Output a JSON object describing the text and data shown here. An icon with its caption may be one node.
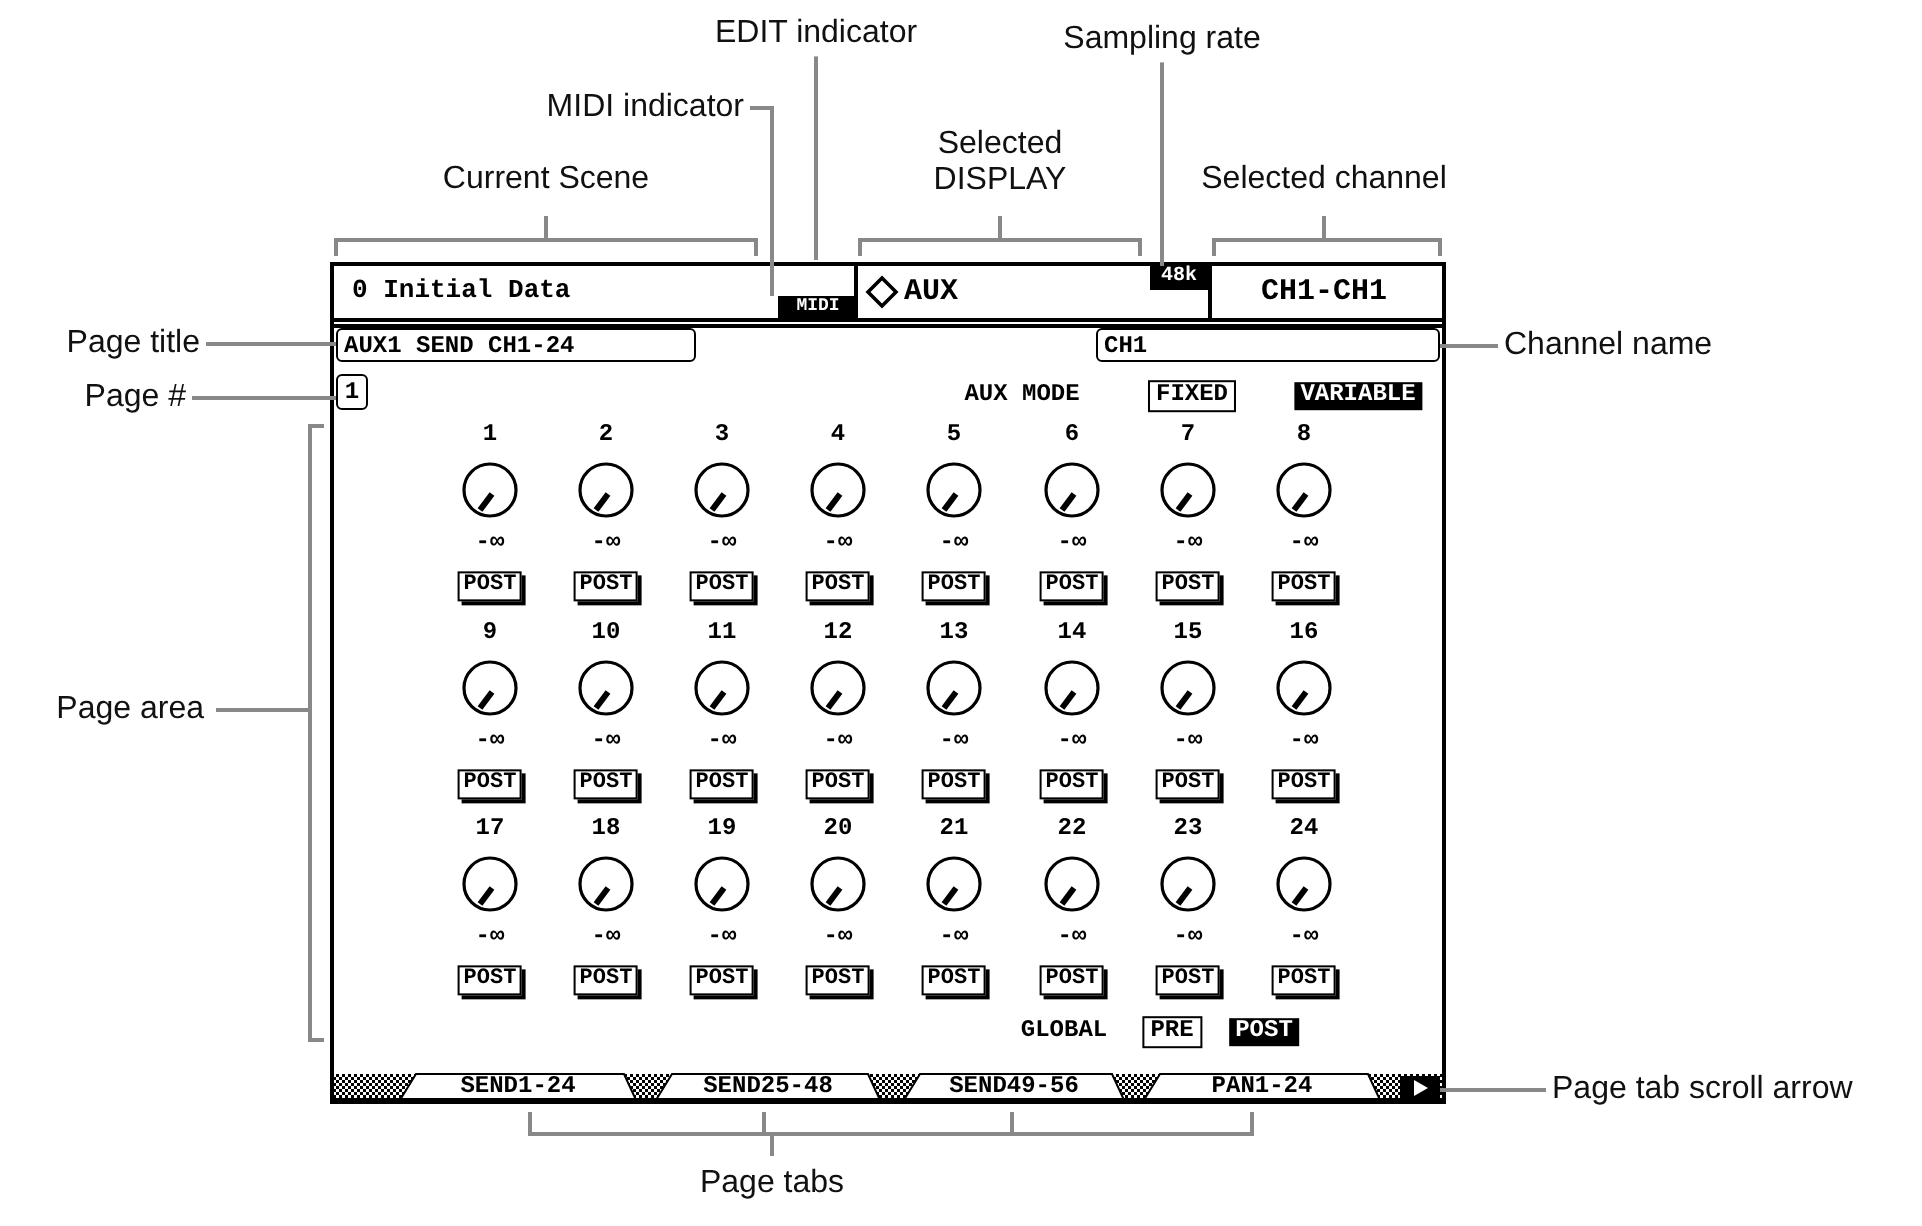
{
  "diagram": {
    "nodes": [
      {
        "text": [
          "MIDI indicator"
        ]
      },
      {
        "text": [
          "EDIT indicator"
        ]
      },
      {
        "text": [
          "Sampling rate"
        ]
      },
      {
        "text": [
          "Page title"
        ]
      },
      {
        "text": [
          "Channel name"
        ]
      },
      {
        "text": [
          "Page #"
        ]
      },
      {
        "text": [
          "Page tab scroll arrow"
        ]
      },
      {
        "text": [
          "MIDI"
        ]
      },
      {
        "text": [
          "48k"
        ]
      },
      {
        "text": [
          "AUX1 SEND CH1-24"
        ]
      },
      {
        "text": [
          "CH1"
        ]
      },
      {
        "text": [
          "1"
        ]
      },
      {
        "text": [],
        "shape": "box"
      }
    ],
    "edges": [
      {
        "from": 0,
        "to": 7,
        "arrow": "none"
      },
      {
        "from": 1,
        "to": null,
        "arrow": "none"
      },
      {
        "from": 2,
        "to": 8,
        "arrow": "none"
      },
      {
        "from": 3,
        "to": 9,
        "arrow": "none"
      },
      {
        "from": 4,
        "to": 10,
        "arrow": "none"
      },
      {
        "from": 5,
        "to": 11,
        "arrow": "none"
      },
      {
        "from": 6,
        "to": 12,
        "arrow": "none"
      }
    ],
    "labels": [
      "Current Scene",
      "Selected DISPLAY",
      "Selected channel",
      "0 Initial Data",
      "AUX",
      "CH1-CH1",
      "AUX MODE",
      "FIXED",
      "VARIABLE",
      "Page area",
      "1",
      "2",
      "3",
      "4",
      "5",
      "6",
      "7",
      "8",
      "-∞",
      "-∞",
      "-∞",
      "-∞",
      "-∞",
      "-∞",
      "-∞",
      "-∞",
      "POST",
      "POST",
      "POST",
      "POST",
      "POST",
      "POST",
      "POST",
      "POST",
      "9",
      "10",
      "11",
      "12",
      "13",
      "14",
      "15",
      "16",
      "-∞",
      "-∞",
      "-∞",
      "-∞",
      "-∞",
      "-∞",
      "-∞",
      "-∞",
      "POST",
      "POST",
      "POST",
      "POST",
      "POST",
      "POST",
      "POST",
      "POST",
      "17",
      "18",
      "19",
      "20",
      "21",
      "22",
      "23",
      "24",
      "-∞",
      "-∞",
      "-∞",
      "-∞",
      "-∞",
      "-∞",
      "-∞",
      "-∞",
      "POST",
      "POST",
      "POST",
      "POST",
      "POST",
      "POST",
      "POST",
      "POST",
      "GLOBAL",
      "PRE",
      "POST",
      "SEND1-24",
      "SEND25-48",
      "SEND49-56",
      "PAN1-24",
      "Page tabs"
    ]
  }
}
